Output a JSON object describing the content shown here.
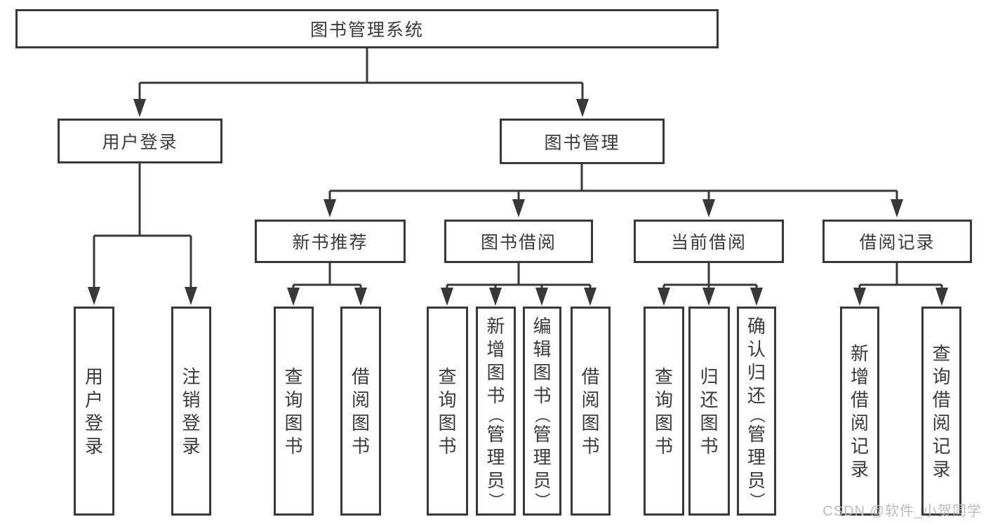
{
  "diagram": {
    "title": "图书管理系统",
    "root": {
      "label": "图书管理系统"
    },
    "level1": [
      {
        "label": "用户登录"
      },
      {
        "label": "图书管理"
      }
    ],
    "level2": [
      {
        "label": "新书推荐"
      },
      {
        "label": "图书借阅"
      },
      {
        "label": "当前借阅"
      },
      {
        "label": "借阅记录"
      }
    ],
    "leaves": {
      "user": [
        "用户登录",
        "注销登录"
      ],
      "recommend": [
        "查询图书",
        "借阅图书"
      ],
      "borrowing": [
        "查询图书",
        "新增图书（管理员）",
        "编辑图书（管理员）",
        "借阅图书"
      ],
      "current": [
        "查询图书",
        "归还图书",
        "确认归还（管理员）"
      ],
      "records": [
        "新增借阅记录",
        "查询借阅记录"
      ]
    }
  },
  "colors": {
    "line": "#383838",
    "node_border": "#383838",
    "text": "#3a3a3a",
    "watermark": "#b9b9b9",
    "background": "#ffffff"
  },
  "watermark": {
    "text": "CSDN @软件_小贺同学"
  }
}
